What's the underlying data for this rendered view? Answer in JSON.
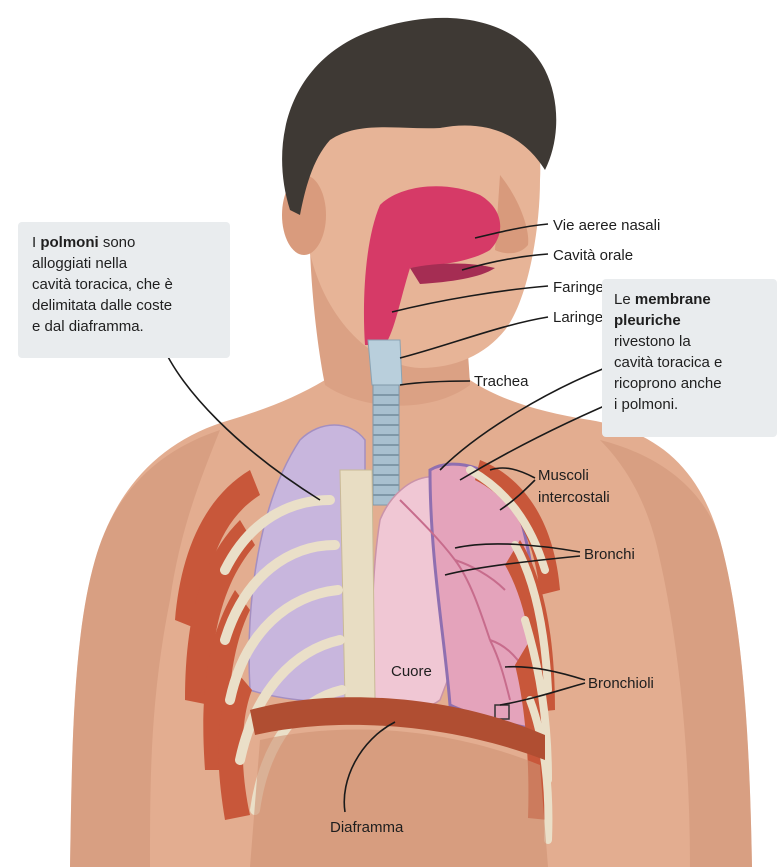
{
  "labels": {
    "vie_aeree_nasali": "Vie aeree nasali",
    "cavita_orale": "Cavità orale",
    "faringe": "Faringe",
    "laringe": "Laringe",
    "trachea": "Trachea",
    "muscoli_1": "Muscoli",
    "muscoli_2": "intercostali",
    "bronchi": "Bronchi",
    "bronchioli": "Bronchioli",
    "cuore": "Cuore",
    "diaframma": "Diaframma"
  },
  "callout_left": {
    "pre": "I ",
    "bold": "polmoni",
    "rest_1": " sono",
    "line2": "alloggiati nella",
    "line3": "cavità toracica, che è",
    "line4": "delimitata dalle coste",
    "line5": "e dal diaframma."
  },
  "callout_right": {
    "pre": "Le ",
    "bold_1": "membrane",
    "bold_2": "pleuriche",
    "line3": "rivestono la",
    "line4": "cavità toracica e",
    "line5": "ricoprono anche",
    "line6": "i polmoni."
  },
  "colors": {
    "skin": "#e6b295",
    "skin_shadow": "#c98e70",
    "hair": "#3d3a36",
    "airway": "#d63a67",
    "rib_muscle": "#c8573a",
    "bone": "#eadfc8",
    "lung": "#e7a2b9",
    "lung_left": "#c6b6dc",
    "heart": "#f0c7d4",
    "diaphragm": "#b04e32",
    "trachea": "#a8c0cf",
    "leader": "#1a1a1a",
    "callout_bg": "#e9ecee"
  }
}
